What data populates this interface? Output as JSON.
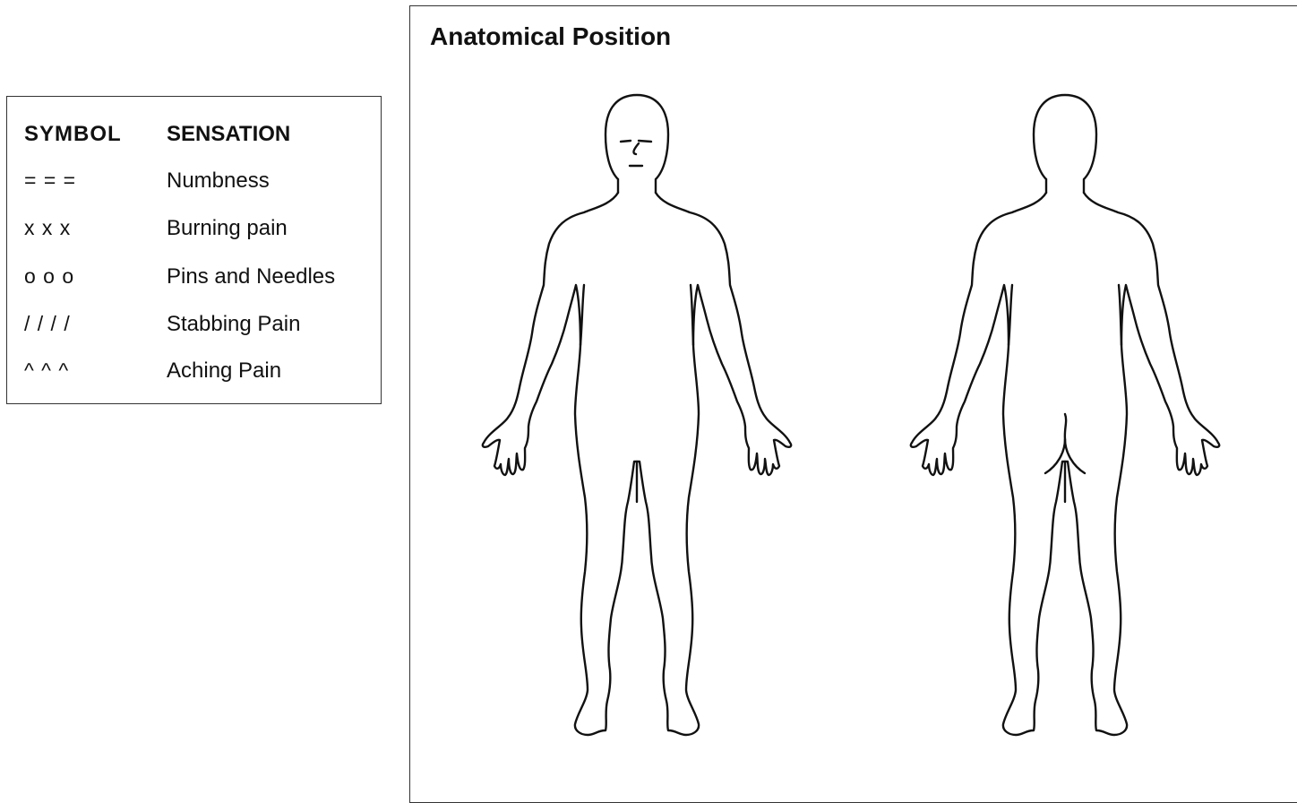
{
  "legend": {
    "header": {
      "symbol": "SYMBOL",
      "sensation": "SENSATION"
    },
    "rows": [
      {
        "symbol": "= = =",
        "sensation": "Numbness"
      },
      {
        "symbol": "x x x",
        "sensation": "Burning pain"
      },
      {
        "symbol": "o o o",
        "sensation": "Pins and Needles"
      },
      {
        "symbol": "/ / / /",
        "sensation": "Stabbing Pain"
      },
      {
        "symbol": "^ ^ ^",
        "sensation": "Aching Pain"
      }
    ]
  },
  "panel": {
    "title": "Anatomical Position"
  },
  "figures": {
    "front": "front-body-outline",
    "back": "back-body-outline"
  }
}
